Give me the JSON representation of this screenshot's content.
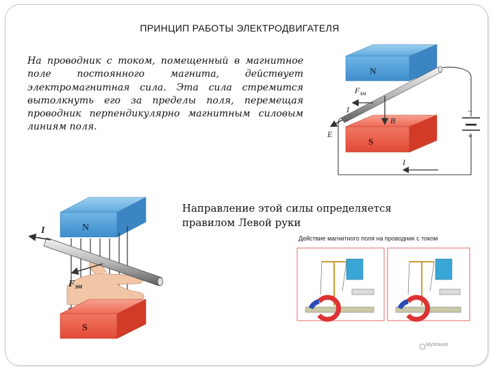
{
  "slide": {
    "title": "ПРИНЦИП РАБОТЫ ЭЛЕКТРОДВИГАТЕЛЯ",
    "paragraph": "На проводник с током, помещенный в магнитное поле постоянного магнита, действует электромагнитная сила. Эта сила стремится вытолкнуть его за пределы поля, перемещая проводник перпендикулярно магнитным силовым линиям поля.",
    "rule_text": "Направление этой силы определяется правилом Левой руки",
    "photo_caption": "Действие магнитного поля на проводник с током",
    "watermark": "MyShared"
  },
  "diagram1": {
    "north_label": "N",
    "south_label": "S",
    "force_label": "F",
    "force_sub": "эм",
    "current_label": "I",
    "induction_label": "B",
    "emf_label": "E",
    "minus_label": "−",
    "plus_label": "+",
    "circuit_current_label": "I"
  },
  "diagram2": {
    "north_label": "N",
    "south_label": "S",
    "current_label": "I",
    "force_label": "F",
    "force_sub": "эм"
  },
  "colors": {
    "magnet_blue": "#5ea9dc",
    "magnet_red": "#ee5f4a",
    "circuit_line": "#3a3a3a"
  }
}
